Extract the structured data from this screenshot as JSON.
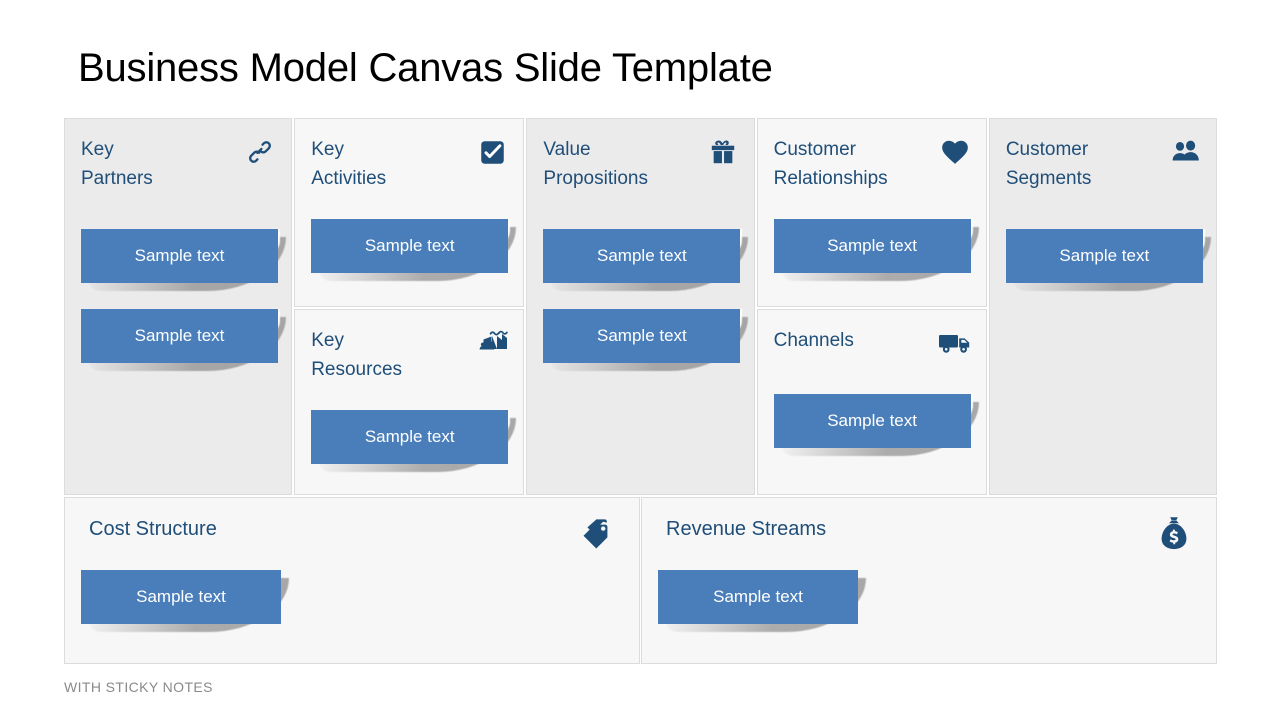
{
  "slide": {
    "title": "Business Model Canvas Slide Template",
    "footer": "WITH STICKY NOTES",
    "note_label": "Sample text"
  },
  "colors": {
    "title_text": "#000000",
    "heading_blue": "#1f4e79",
    "note_blue": "#4a7eba",
    "note_text": "#ffffff",
    "panel_gray": "#ebebeb",
    "panel_light": "#f7f7f7",
    "panel_border": "#dcdcdc",
    "footer_text": "#8a8a8a",
    "slide_background": "#ffffff"
  },
  "canvas": {
    "columns": [
      {
        "id": "key-partners-column",
        "blocks": [
          {
            "id": "key-partners",
            "title": "Key Partners",
            "title_lines": [
              "Key",
              "Partners"
            ],
            "icon": "link-icon",
            "shade": "gray",
            "notes": [
              "Sample text",
              "Sample text"
            ]
          }
        ]
      },
      {
        "id": "key-activities-resources-column",
        "blocks": [
          {
            "id": "key-activities",
            "title": "Key Activities",
            "title_lines": [
              "Key",
              "Activities"
            ],
            "icon": "checkbox-check-icon",
            "shade": "light",
            "notes": [
              "Sample text"
            ]
          },
          {
            "id": "key-resources",
            "title": "Key Resources",
            "title_lines": [
              "Key",
              "Resources"
            ],
            "icon": "factory-people-icon",
            "shade": "light",
            "notes": [
              "Sample text"
            ]
          }
        ]
      },
      {
        "id": "value-propositions-column",
        "blocks": [
          {
            "id": "value-propositions",
            "title": "Value Propositions",
            "title_lines": [
              "Value",
              "Propositions"
            ],
            "icon": "gift-icon",
            "shade": "gray",
            "notes": [
              "Sample text",
              "Sample text"
            ]
          }
        ]
      },
      {
        "id": "customer-relationships-channels-column",
        "blocks": [
          {
            "id": "customer-relationships",
            "title": "Customer Relationships",
            "title_lines": [
              "Customer",
              "Relationships"
            ],
            "icon": "heart-icon",
            "shade": "light",
            "notes": [
              "Sample text"
            ]
          },
          {
            "id": "channels",
            "title": "Channels",
            "title_lines": [
              "Channels"
            ],
            "icon": "delivery-truck-icon",
            "shade": "light",
            "notes": [
              "Sample text"
            ]
          }
        ]
      },
      {
        "id": "customer-segments-column",
        "blocks": [
          {
            "id": "customer-segments",
            "title": "Customer Segments",
            "title_lines": [
              "Customer",
              "Segments"
            ],
            "icon": "two-people-icon",
            "shade": "gray",
            "notes": [
              "Sample text"
            ]
          }
        ]
      }
    ],
    "bottom_blocks": [
      {
        "id": "cost-structure",
        "title": "Cost Structure",
        "icon": "price-tags-icon",
        "notes": [
          "Sample text"
        ]
      },
      {
        "id": "revenue-streams",
        "title": "Revenue Streams",
        "icon": "money-bag-icon",
        "notes": [
          "Sample text"
        ]
      }
    ]
  }
}
